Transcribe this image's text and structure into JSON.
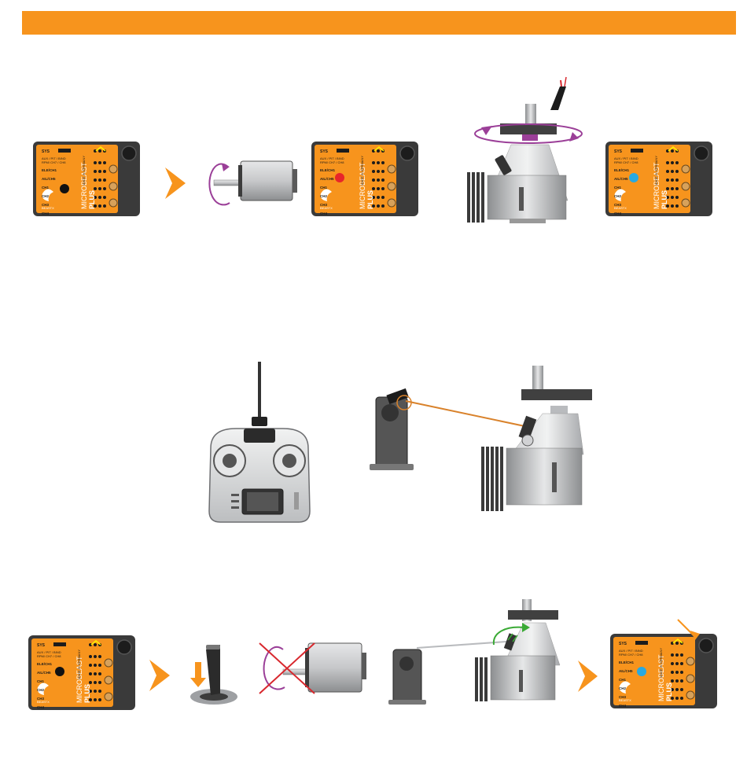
{
  "header": {
    "bar_color": "#f7941d"
  },
  "device": {
    "brand_line1": "MICROBEAST",
    "brand_line2": "PLUS",
    "made_in": "MADE IN GERMANY",
    "sys": "SYS",
    "aux_label": "AUX / PIT / BIND",
    "rpm_label": "RPM/ CH7 / CH8",
    "port_labels": [
      "ELE/CH1",
      "AIL/CH5",
      "CH1",
      "CH2",
      "CH3",
      "CH4"
    ],
    "beastx": "BEASTX",
    "colors": {
      "body": "#f7941d",
      "frame": "#3a3a3a",
      "led_black": "#111111",
      "led_red": "#e8252a",
      "led_blue": "#29a9e0"
    }
  },
  "icons": [
    "arrow-right-icon",
    "electric-motor-icon",
    "rotation-arrow-icon",
    "throttle-stick-icon",
    "cross-out-icon",
    "antenna-icon"
  ],
  "colors": {
    "rotation": "#9b3f98",
    "servo_rod": "#d9822b",
    "green_arrow": "#3aaa35",
    "cross": "#d8272d",
    "metal": "#b9bbbe",
    "dark_metal": "#404040"
  }
}
